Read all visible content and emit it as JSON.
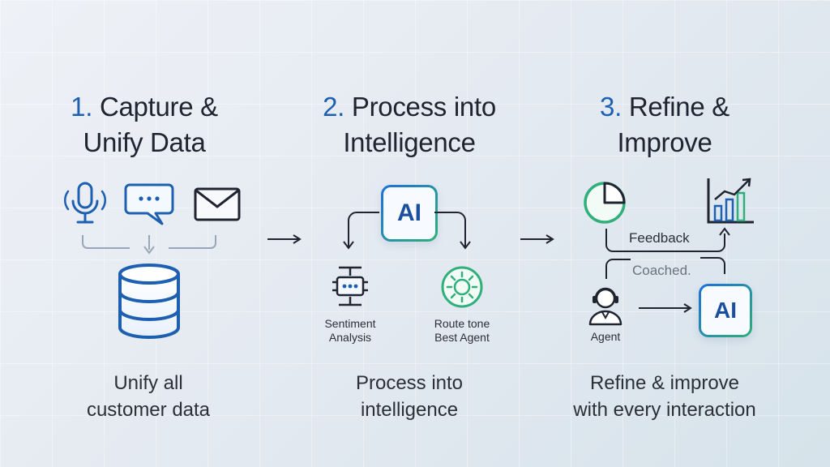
{
  "steps": [
    {
      "number": "1.",
      "title_line1": "Capture &",
      "title_line2": "Unify Data",
      "caption_line1": "Unify all",
      "caption_line2": "customer data"
    },
    {
      "number": "2.",
      "title_line1": "Process into",
      "title_line2": "Intelligence",
      "caption_line1": "Process into",
      "caption_line2": "intelligence"
    },
    {
      "number": "3.",
      "title_line1": "Refine &",
      "title_line2": "Improve",
      "caption_line1": "Refine & improve",
      "caption_line2": "with every interaction"
    }
  ],
  "step2": {
    "ai_label": "AI",
    "sentiment_line1": "Sentiment",
    "sentiment_line2": "Analysis",
    "route_line1": "Route tone",
    "route_line2": "Best Agent"
  },
  "step3": {
    "feedback_label": "Feedback",
    "coached_label": "Coached.",
    "agent_label": "Agent",
    "ai_label": "AI"
  },
  "icons": [
    "microphone-icon",
    "chat-bubble-icon",
    "envelope-icon",
    "database-icon",
    "sentiment-analysis-icon",
    "routing-target-icon",
    "pie-chart-icon",
    "bar-chart-icon",
    "agent-icon",
    "arrow-right-icon"
  ],
  "colors": {
    "accent_blue": "#1d5fb0",
    "accent_green": "#2fb07a",
    "text": "#1f2430"
  }
}
